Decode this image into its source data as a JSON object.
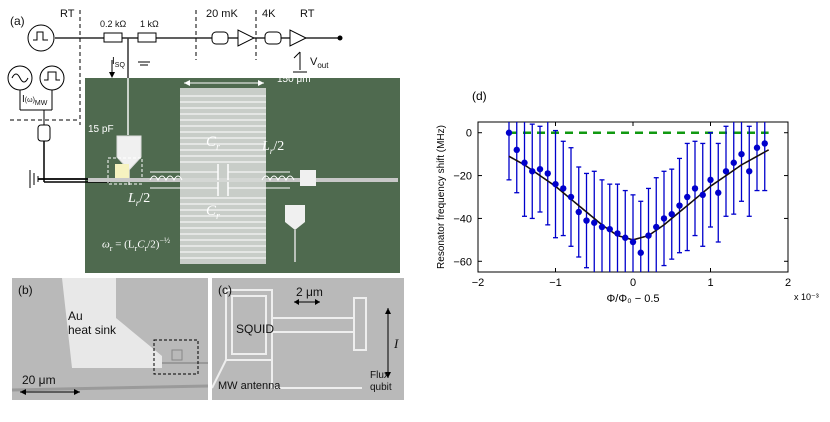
{
  "panel_a": {
    "letter": "(a)",
    "label_rt_left": "RT",
    "label_20mk": "20 mK",
    "label_4k": "4K",
    "label_rt_right": "RT",
    "label_r1": "0.2 kΩ",
    "label_r2": "1 kΩ",
    "label_isq": "I",
    "label_isq_sub": "SQ",
    "label_vout": "V",
    "label_vout_sub": "out",
    "label_imw": "I",
    "label_imw_paren": "(ω)",
    "label_imw_sub": "MW",
    "label_150um": "150 μm",
    "label_15pf": "15 pF",
    "label_cr_top": "C",
    "label_cr_bottom": "C",
    "label_cr_sub": "r",
    "label_lr_left": "L",
    "label_lr_right": "L",
    "label_lr_sub": "r",
    "label_lr_div": "/2",
    "label_omega": "ω",
    "label_omega_sub": "r",
    "label_formula": "= (L",
    "label_formula2": "C",
    "label_formula3": "/2)",
    "label_formula_exp": "−½"
  },
  "panel_b": {
    "letter": "(b)",
    "label_au": "Au",
    "label_heatsink": "heat sink",
    "label_scale": "20 μm"
  },
  "panel_c": {
    "letter": "(c)",
    "label_scale": "2 μm",
    "label_squid": "SQUID",
    "label_mw": "MW antenna",
    "label_flux": "Flux",
    "label_qubit": "qubit",
    "label_i": "I"
  },
  "colors": {
    "chip_green": "#4f6a4f",
    "sem_grey": "#b9b9b9",
    "data_blue": "#0000cc",
    "fit_black": "#111111",
    "fit_red": "#dd0000",
    "dashed_green": "#119911"
  },
  "chart_data": {
    "type": "scatter",
    "panel_letter": "(d)",
    "xlabel": "Φ/Φ₀ − 0.5",
    "x_multiplier": "x 10⁻³",
    "ylabel": "Resonator frequency shift (MHz)",
    "xlim": [
      -2,
      2
    ],
    "ylim": [
      -65,
      5
    ],
    "x_ticks": [
      -2,
      -1,
      0,
      1,
      2
    ],
    "x_tick_labels": [
      "−2",
      "−1",
      "0",
      "1",
      "2"
    ],
    "y_ticks": [
      0,
      -20,
      -40,
      -60
    ],
    "y_tick_labels": [
      "0",
      "−20",
      "−40",
      "−60"
    ],
    "grid": false,
    "points": [
      {
        "x": -1.6,
        "y": 0,
        "err": 22
      },
      {
        "x": -1.5,
        "y": -8,
        "err": 20
      },
      {
        "x": -1.4,
        "y": -14,
        "err": 25
      },
      {
        "x": -1.3,
        "y": -18,
        "err": 22
      },
      {
        "x": -1.2,
        "y": -17,
        "err": 20
      },
      {
        "x": -1.1,
        "y": -19,
        "err": 24
      },
      {
        "x": -1.0,
        "y": -24,
        "err": 25
      },
      {
        "x": -0.9,
        "y": -26,
        "err": 22
      },
      {
        "x": -0.8,
        "y": -30,
        "err": 23
      },
      {
        "x": -0.7,
        "y": -37,
        "err": 21
      },
      {
        "x": -0.6,
        "y": -41,
        "err": 22
      },
      {
        "x": -0.5,
        "y": -42,
        "err": 24
      },
      {
        "x": -0.4,
        "y": -44,
        "err": 22
      },
      {
        "x": -0.3,
        "y": -45,
        "err": 21
      },
      {
        "x": -0.2,
        "y": -47,
        "err": 23
      },
      {
        "x": -0.1,
        "y": -49,
        "err": 22
      },
      {
        "x": 0.0,
        "y": -51,
        "err": 22
      },
      {
        "x": 0.1,
        "y": -56,
        "err": 24
      },
      {
        "x": 0.2,
        "y": -48,
        "err": 22
      },
      {
        "x": 0.3,
        "y": -44,
        "err": 23
      },
      {
        "x": 0.4,
        "y": -40,
        "err": 22
      },
      {
        "x": 0.5,
        "y": -38,
        "err": 21
      },
      {
        "x": 0.6,
        "y": -34,
        "err": 22
      },
      {
        "x": 0.7,
        "y": -30,
        "err": 25
      },
      {
        "x": 0.8,
        "y": -26,
        "err": 22
      },
      {
        "x": 0.9,
        "y": -29,
        "err": 24
      },
      {
        "x": 1.0,
        "y": -22,
        "err": 22
      },
      {
        "x": 1.1,
        "y": -28,
        "err": 23
      },
      {
        "x": 1.2,
        "y": -18,
        "err": 21
      },
      {
        "x": 1.3,
        "y": -14,
        "err": 24
      },
      {
        "x": 1.4,
        "y": -10,
        "err": 22
      },
      {
        "x": 1.5,
        "y": -18,
        "err": 21
      },
      {
        "x": 1.6,
        "y": -7,
        "err": 20
      },
      {
        "x": 1.7,
        "y": -5,
        "err": 22
      }
    ],
    "fit_curve": {
      "x": [
        -1.6,
        -1.4,
        -1.2,
        -1.0,
        -0.8,
        -0.6,
        -0.4,
        -0.2,
        0.0,
        0.2,
        0.4,
        0.6,
        0.8,
        1.0,
        1.2,
        1.4,
        1.6,
        1.75
      ],
      "y": [
        -11,
        -15,
        -20,
        -25,
        -31,
        -37,
        -43,
        -48,
        -50,
        -48,
        -43,
        -37,
        -31,
        -25,
        -20,
        -15,
        -11,
        -8
      ]
    },
    "zero_line_y": 0
  }
}
